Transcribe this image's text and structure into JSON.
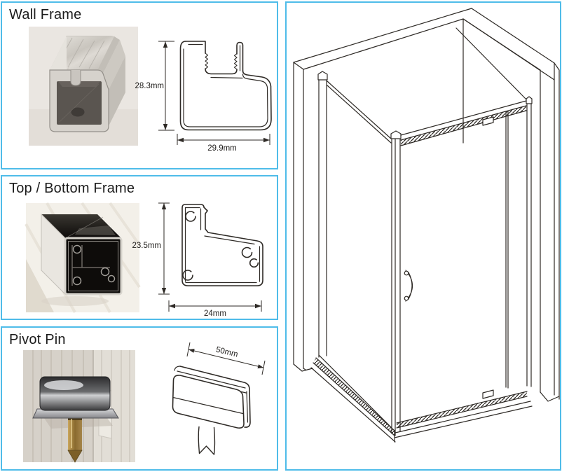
{
  "document": {
    "accent_border_color": "#4fbce9",
    "line_color": "#2e2a26",
    "background": "#ffffff"
  },
  "panels": {
    "wall_frame": {
      "title": "Wall Frame",
      "height_label": "28.3mm",
      "width_label": "29.9mm"
    },
    "top_bottom_frame": {
      "title": "Top / Bottom Frame",
      "height_label": "23.5mm",
      "width_label": "24mm"
    },
    "pivot_pin": {
      "title": "Pivot Pin",
      "length_label": "50mm"
    }
  }
}
